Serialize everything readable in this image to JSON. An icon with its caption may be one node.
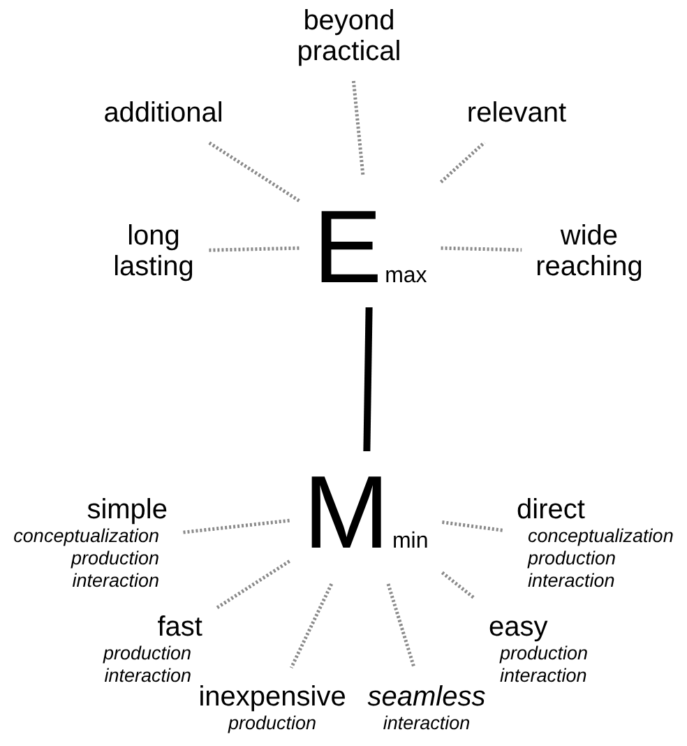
{
  "diagram": {
    "nodes": [
      {
        "text": [
          "beyond practical"
        ]
      },
      {
        "text": [
          "additional"
        ]
      },
      {
        "text": [
          "relevant"
        ]
      },
      {
        "text": [
          "long lasting"
        ]
      },
      {
        "text": [
          "E$_{max}$"
        ]
      },
      {
        "text": [
          "wide reaching"
        ]
      },
      {
        "text": [
          "simple",
          "conceptualization production interaction"
        ]
      },
      {
        "text": [
          "M$_{min}$"
        ]
      },
      {
        "text": [
          "direct",
          "conceptualization production interaction"
        ]
      },
      {
        "text": [
          "fast",
          "production interaction"
        ]
      },
      {
        "text": [
          "easy",
          "production interaction"
        ]
      },
      {
        "text": [
          "inexpensive",
          "production"
        ]
      },
      {
        "text": [
          "seamless",
          "interaction"
        ]
      }
    ],
    "edges": [
      {
        "from": 4,
        "to": 0,
        "arrow": "none",
        "style": "dashed"
      },
      {
        "from": 4,
        "to": 1,
        "arrow": "none",
        "style": "dashed"
      },
      {
        "from": 4,
        "to": 2,
        "arrow": "none",
        "style": "dashed"
      },
      {
        "from": 4,
        "to": 3,
        "arrow": "none",
        "style": "dashed"
      },
      {
        "from": 4,
        "to": 5,
        "arrow": "none",
        "style": "dashed"
      },
      {
        "from": 4,
        "to": 7,
        "arrow": "none",
        "style": "thick",
        "color": "#000000"
      },
      {
        "from": 7,
        "to": 6,
        "arrow": "none",
        "style": "dashed"
      },
      {
        "from": 7,
        "to": 8,
        "arrow": "none",
        "style": "dashed"
      },
      {
        "from": 7,
        "to": 9,
        "arrow": "none",
        "style": "dashed"
      },
      {
        "from": 7,
        "to": 10,
        "arrow": "none",
        "style": "dashed"
      },
      {
        "from": 7,
        "to": 11,
        "arrow": "none",
        "style": "dashed"
      },
      {
        "from": 7,
        "to": 12,
        "arrow": "none",
        "style": "dashed"
      }
    ]
  }
}
